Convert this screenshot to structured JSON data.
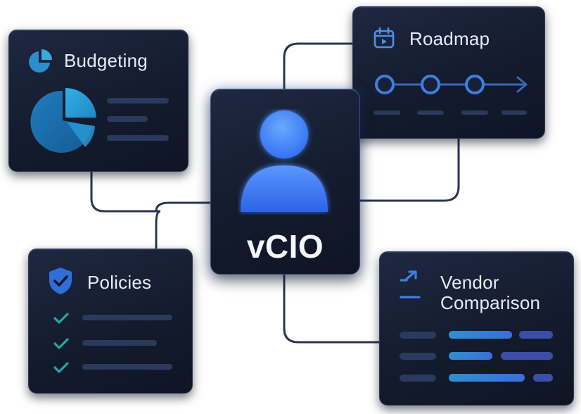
{
  "center": {
    "label": "vCIO",
    "icon": "user-icon"
  },
  "cards": {
    "budgeting": {
      "title": "Budgeting",
      "icon": "pie-chart-icon"
    },
    "roadmap": {
      "title": "Roadmap",
      "icon": "calendar-icon",
      "milestones": 3
    },
    "policies": {
      "title": "Policies",
      "icon": "shield-check-icon",
      "checked_items": 3
    },
    "vendor": {
      "title_line1": "Vendor",
      "title_line2": "Comparison",
      "icon": "compare-arrow-icon"
    }
  },
  "colors": {
    "card_bg": "#18203a",
    "accent_blue": "#3f8bff",
    "accent_cyan": "#2fa3d6",
    "teal_check": "#2aa6a2",
    "bar_muted": "#2b3a5c",
    "connector": "#2a3550",
    "text": "#e6ecf7"
  }
}
